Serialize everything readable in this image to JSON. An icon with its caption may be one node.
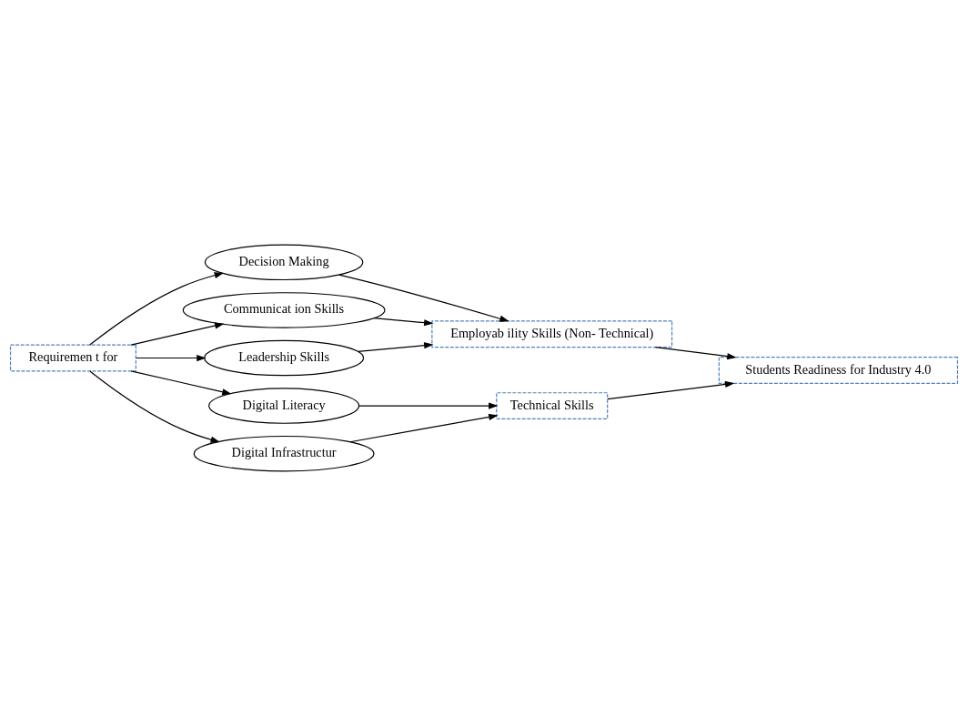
{
  "diagram": {
    "nodes": [
      {
        "text": [
          "Requiremen t for"
        ]
      },
      {
        "text": [
          "Decision Making"
        ]
      },
      {
        "text": [
          "Communicat ion Skills"
        ]
      },
      {
        "text": [
          "Digital Literacy"
        ]
      },
      {
        "text": [
          "Leadership Skills"
        ]
      },
      {
        "text": [
          "Digital Infrastructur"
        ]
      },
      {
        "text": [
          "Employab ility Skills (Non- Technical)"
        ]
      },
      {
        "text": [
          "Technical Skills"
        ]
      },
      {
        "text": [
          "Students Readiness for Industry 4.0"
        ]
      }
    ],
    "edges": [
      {
        "from": 0,
        "to": 1,
        "arrow": "to"
      },
      {
        "from": 0,
        "to": 2,
        "arrow": "to"
      },
      {
        "from": 0,
        "to": 3,
        "arrow": "to"
      },
      {
        "from": 0,
        "to": 4,
        "arrow": "to"
      },
      {
        "from": 0,
        "to": 5,
        "arrow": "to"
      },
      {
        "from": 1,
        "to": 6,
        "arrow": "to"
      },
      {
        "from": 2,
        "to": 6,
        "arrow": "to"
      },
      {
        "from": 4,
        "to": 6,
        "arrow": "to"
      },
      {
        "from": 3,
        "to": 7,
        "arrow": "to"
      },
      {
        "from": 5,
        "to": 7,
        "arrow": "to"
      },
      {
        "from": 6,
        "to": 8,
        "arrow": "to"
      },
      {
        "from": 7,
        "to": 8,
        "arrow": "to"
      }
    ]
  }
}
